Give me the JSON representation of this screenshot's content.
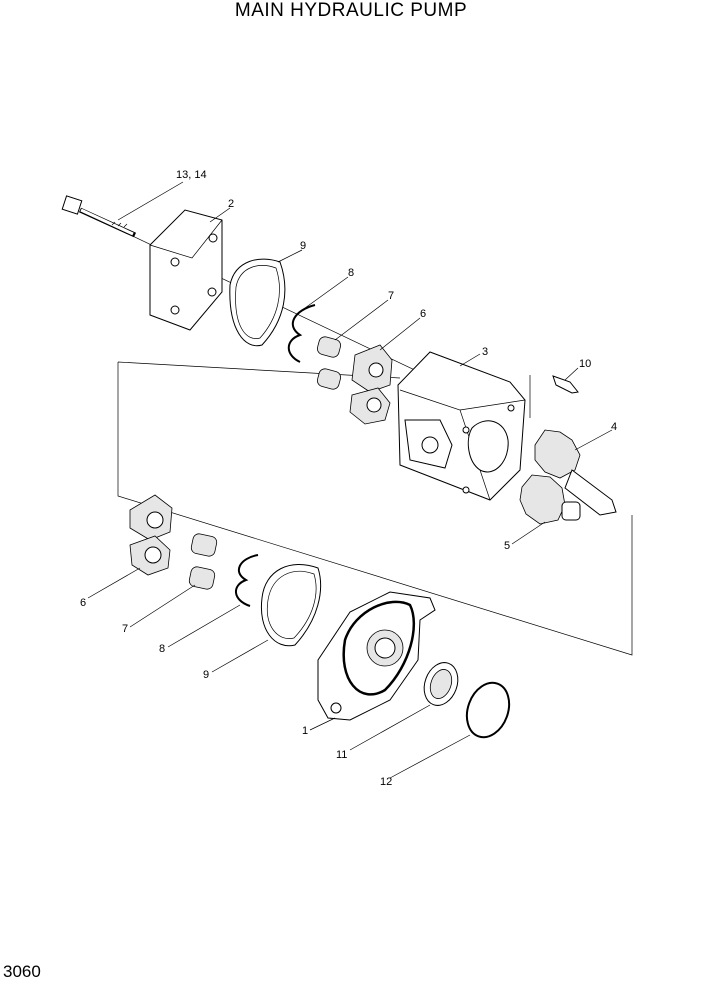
{
  "header": {
    "title": "MAIN HYDRAULIC PUMP"
  },
  "footer": {
    "page_number": "3060"
  },
  "callouts": [
    {
      "id": "c13",
      "label": "13, 14"
    },
    {
      "id": "c2",
      "label": "2"
    },
    {
      "id": "c9a",
      "label": "9"
    },
    {
      "id": "c8a",
      "label": "8"
    },
    {
      "id": "c7a",
      "label": "7"
    },
    {
      "id": "c6a",
      "label": "6"
    },
    {
      "id": "c3",
      "label": "3"
    },
    {
      "id": "c10",
      "label": "10"
    },
    {
      "id": "c4",
      "label": "4"
    },
    {
      "id": "c5",
      "label": "5"
    },
    {
      "id": "c6b",
      "label": "6"
    },
    {
      "id": "c7b",
      "label": "7"
    },
    {
      "id": "c8b",
      "label": "8"
    },
    {
      "id": "c9b",
      "label": "9"
    },
    {
      "id": "c1",
      "label": "1"
    },
    {
      "id": "c11",
      "label": "11"
    },
    {
      "id": "c12",
      "label": "12"
    }
  ]
}
